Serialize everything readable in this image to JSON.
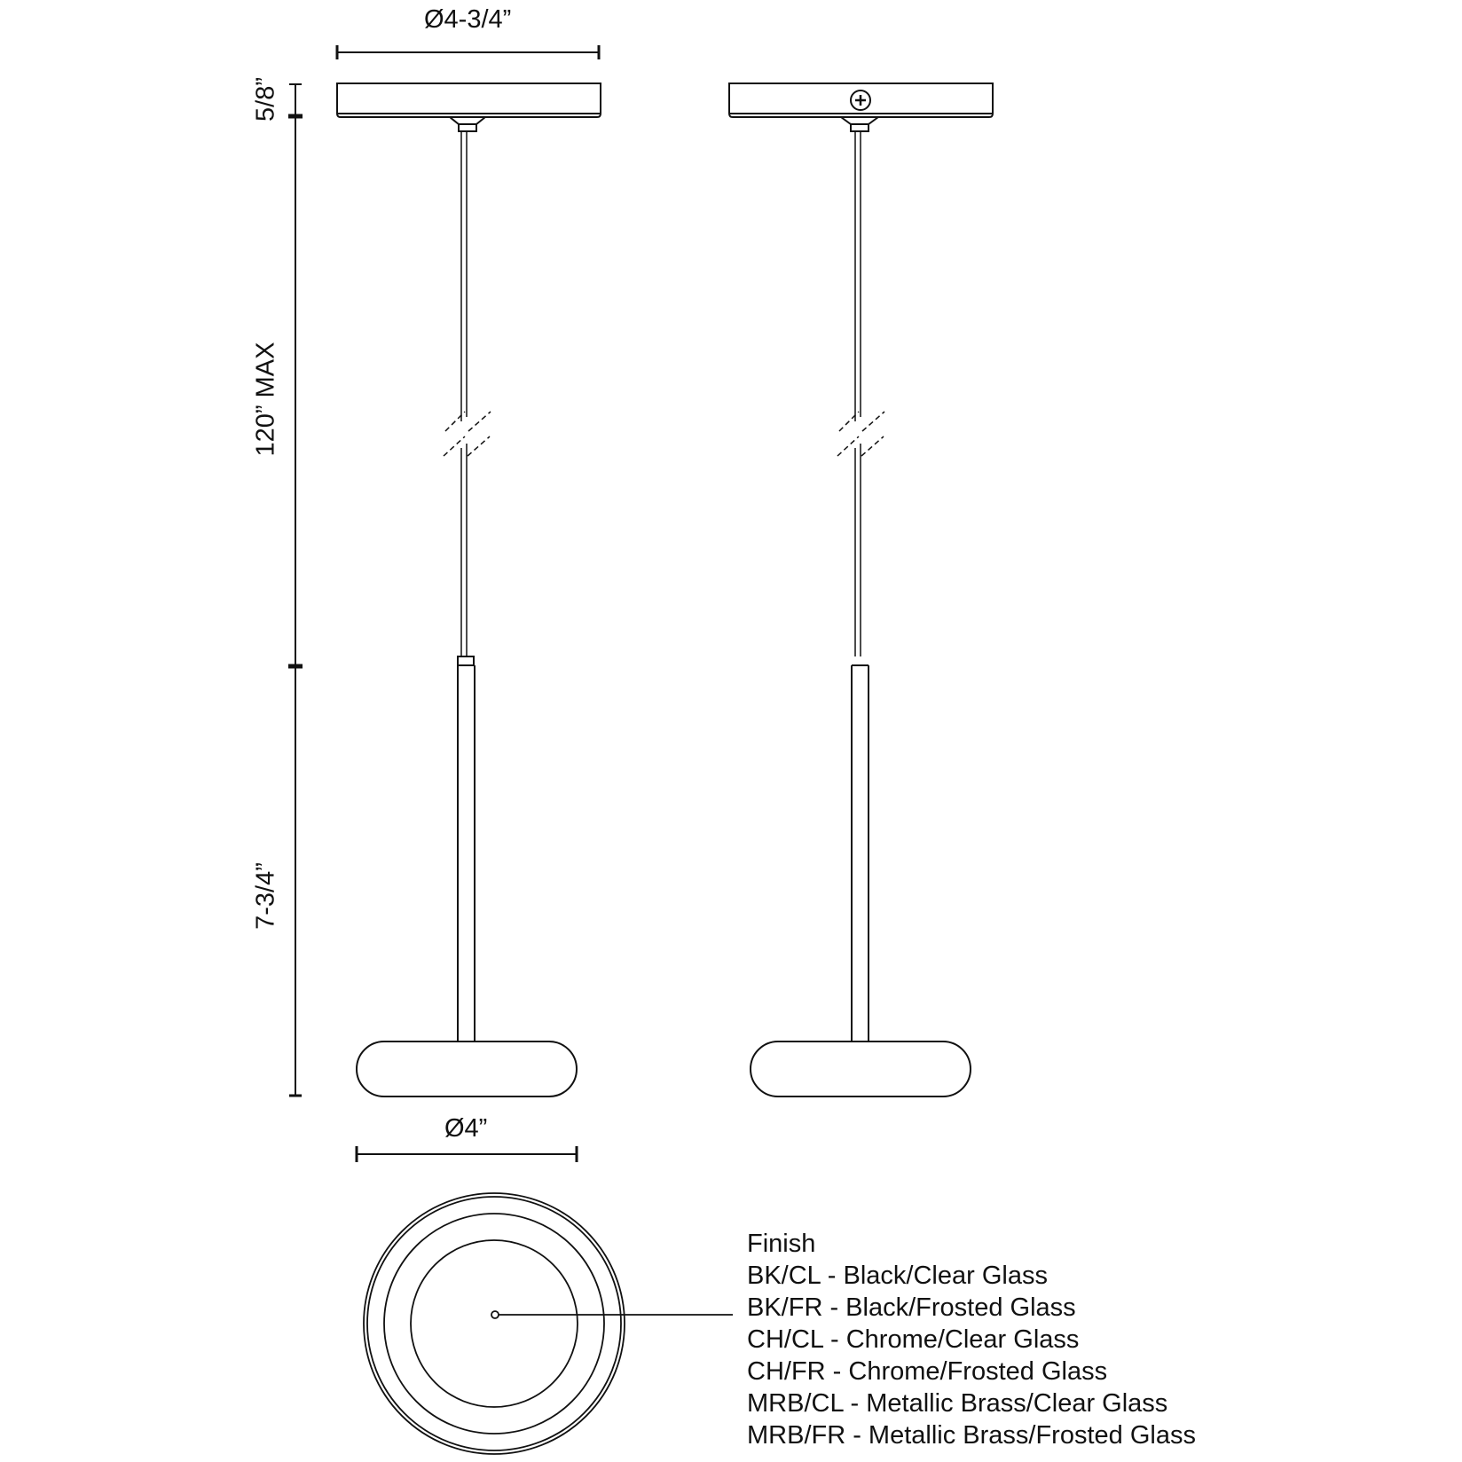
{
  "dimensions": {
    "canopy_diameter": "Ø4-3/4”",
    "canopy_height": "5/8”",
    "cable_length": "120” MAX",
    "pendant_height": "7-3/4”",
    "shade_diameter": "Ø4”"
  },
  "legend": {
    "title": "Finish",
    "items": [
      "BK/CL - Black/Clear Glass",
      "BK/FR - Black/Frosted Glass",
      "CH/CL - Chrome/Clear Glass",
      "CH/FR - Chrome/Frosted Glass",
      "MRB/CL - Metallic Brass/Clear Glass",
      "MRB/FR - Metallic Brass/Frosted Glass"
    ]
  },
  "views": [
    "front-elevation",
    "side-elevation",
    "bottom-plan"
  ],
  "colors": {
    "line": "#111111",
    "background": "#ffffff"
  }
}
